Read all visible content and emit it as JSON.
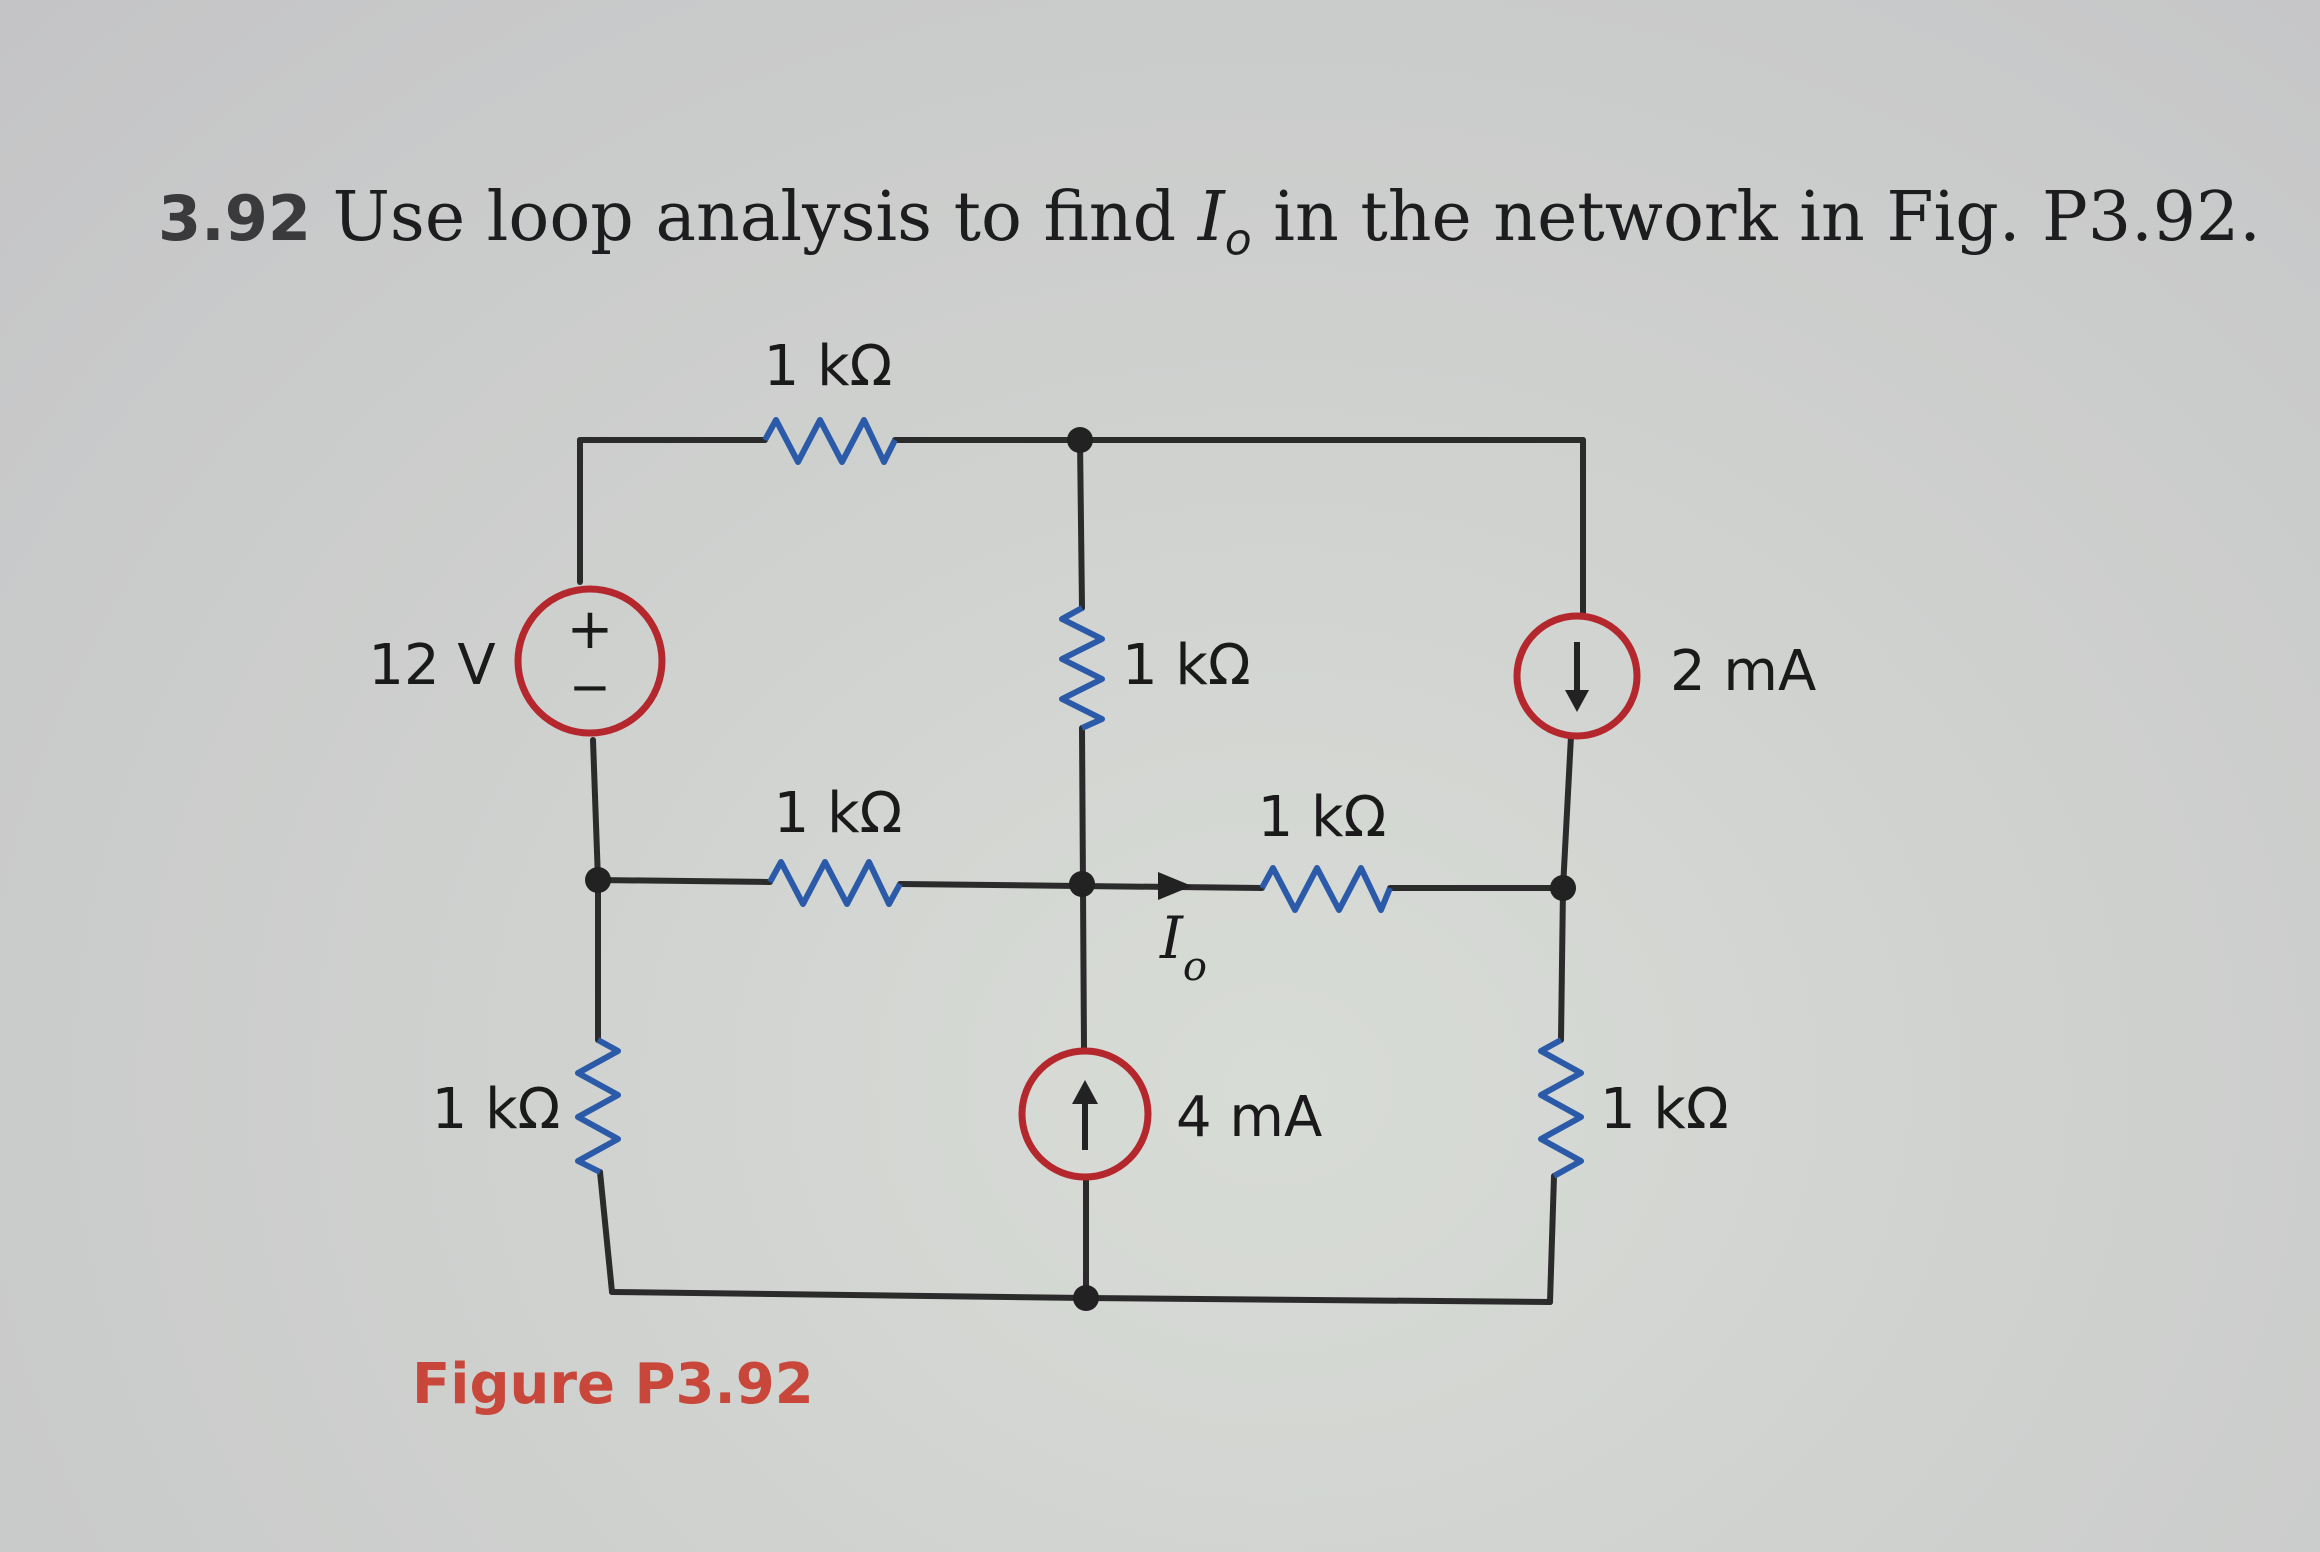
{
  "problem": {
    "number": "3.92",
    "text_before": "Use loop analysis to find ",
    "var": "I",
    "var_sub": "o",
    "text_after": " in the network in Fig. P3.92."
  },
  "components": {
    "r_top": "1 kΩ",
    "source_v": "12 V",
    "r_mid_vertical": "1 kΩ",
    "source_i_right": "2 mA",
    "r_mid_left": "1 kΩ",
    "r_mid_right": "1 kΩ",
    "current_var": "I",
    "current_sub": "o",
    "r_bottom_left": "1 kΩ",
    "source_i_bottom": "4 mA",
    "r_bottom_right": "1 kΩ",
    "plus_sign": "+",
    "minus_sign": "−"
  },
  "caption": "Figure P3.92",
  "colors": {
    "wire": "#2b2b2b",
    "resistor": "#2a5aa8",
    "source": "#b3272d",
    "caption": "#c8473a"
  }
}
